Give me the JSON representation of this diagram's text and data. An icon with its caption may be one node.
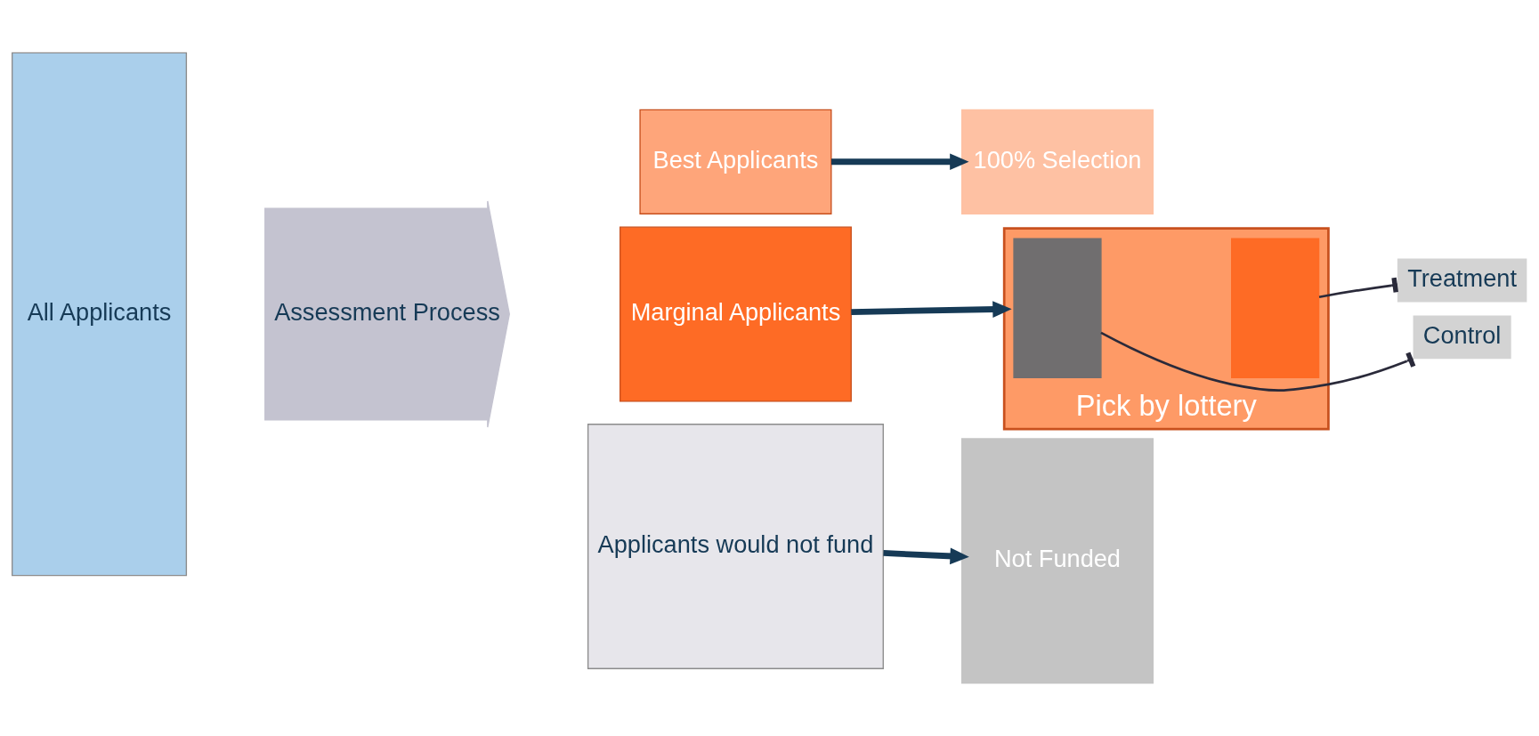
{
  "diagram": {
    "nodes": [
      {
        "text": [
          "All Applicants"
        ]
      },
      {
        "text": [
          "Assessment Process"
        ]
      },
      {
        "text": [
          "Best Applicants"
        ]
      },
      {
        "text": [
          "Marginal Applicants"
        ]
      },
      {
        "text": [
          "Applicants would not fund"
        ]
      },
      {
        "text": [
          "100% Selection"
        ]
      },
      {
        "text": [
          "Pick by lottery"
        ]
      },
      {
        "text": [],
        "shape": "box",
        "in": 6
      },
      {
        "text": [],
        "shape": "box",
        "in": 6
      },
      {
        "text": [
          "Not Funded"
        ]
      },
      {
        "text": [
          "Treatment"
        ]
      },
      {
        "text": [
          "Control"
        ]
      }
    ],
    "edges": [
      {
        "from": 2,
        "to": 5,
        "arrow": "to"
      },
      {
        "from": 3,
        "to": 6,
        "arrow": "to"
      },
      {
        "from": 4,
        "to": 9,
        "arrow": "to"
      },
      {
        "from": 10,
        "to": 8,
        "arrow": "other"
      },
      {
        "from": 11,
        "to": 7,
        "arrow": "other"
      }
    ]
  }
}
